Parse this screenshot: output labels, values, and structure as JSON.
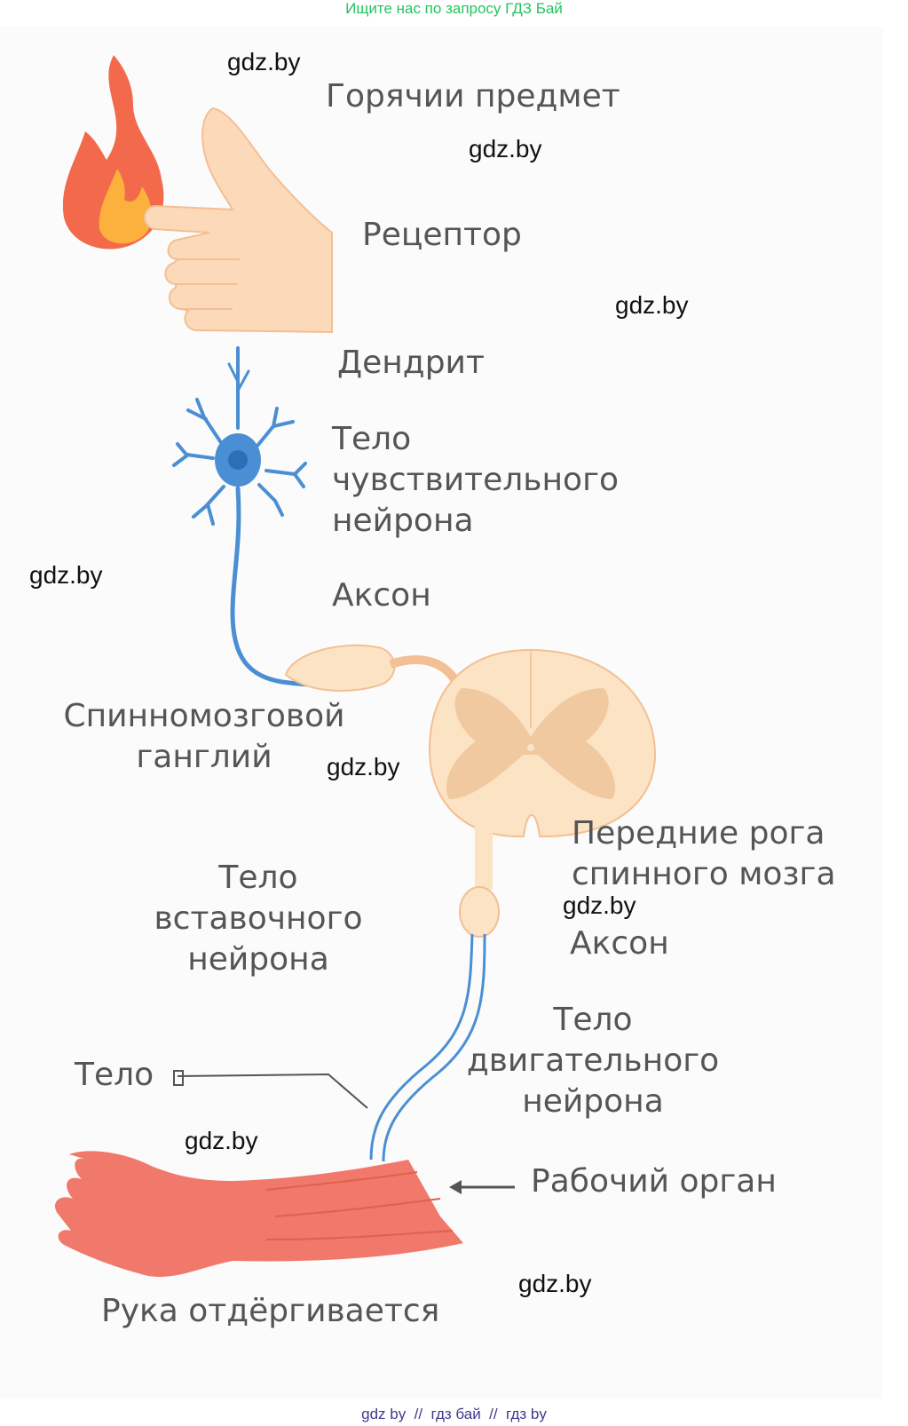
{
  "banner": "Ищите нас по запросу ГДЗ Бай",
  "labels": {
    "hot_object": "Горячии предмет",
    "receptor": "Рецептор",
    "dendrite": "Дендрит",
    "sensory_neuron_body": "Тело\nчувствительного\nнейрона",
    "axon_sensory": "Аксон",
    "spinal_ganglion": "Спинномозговой\nганглий",
    "anterior_horns": "Передние рога\nспинного мозга",
    "interneuron_body": "Тело\nвставочного\nнейрона",
    "axon_motor": "Аксон",
    "motor_neuron_body": "Тело\nдвигательного\nнейрона",
    "body": "Тело",
    "working_organ": "Рабочий орган",
    "hand_withdraws": "Рука отдёргивается"
  },
  "watermarks": [
    "gdz.by",
    "gdz.by",
    "gdz.by",
    "gdz.by",
    "gdz.by",
    "gdz.by",
    "gdz.by",
    "gdz.by"
  ],
  "footer": "gdz by  //  гдз бай  //  гдз by",
  "colors": {
    "flame_outer": "#f26a4b",
    "flame_inner": "#fbb13c",
    "skin": "#fcd9b8",
    "skin_outline": "#f3bf94",
    "neuron_blue": "#4a8fd3",
    "spinal_fill": "#fce3c4",
    "spinal_gray": "#f0c9a0",
    "arm_red": "#f0796b",
    "label_gray": "#555555"
  }
}
